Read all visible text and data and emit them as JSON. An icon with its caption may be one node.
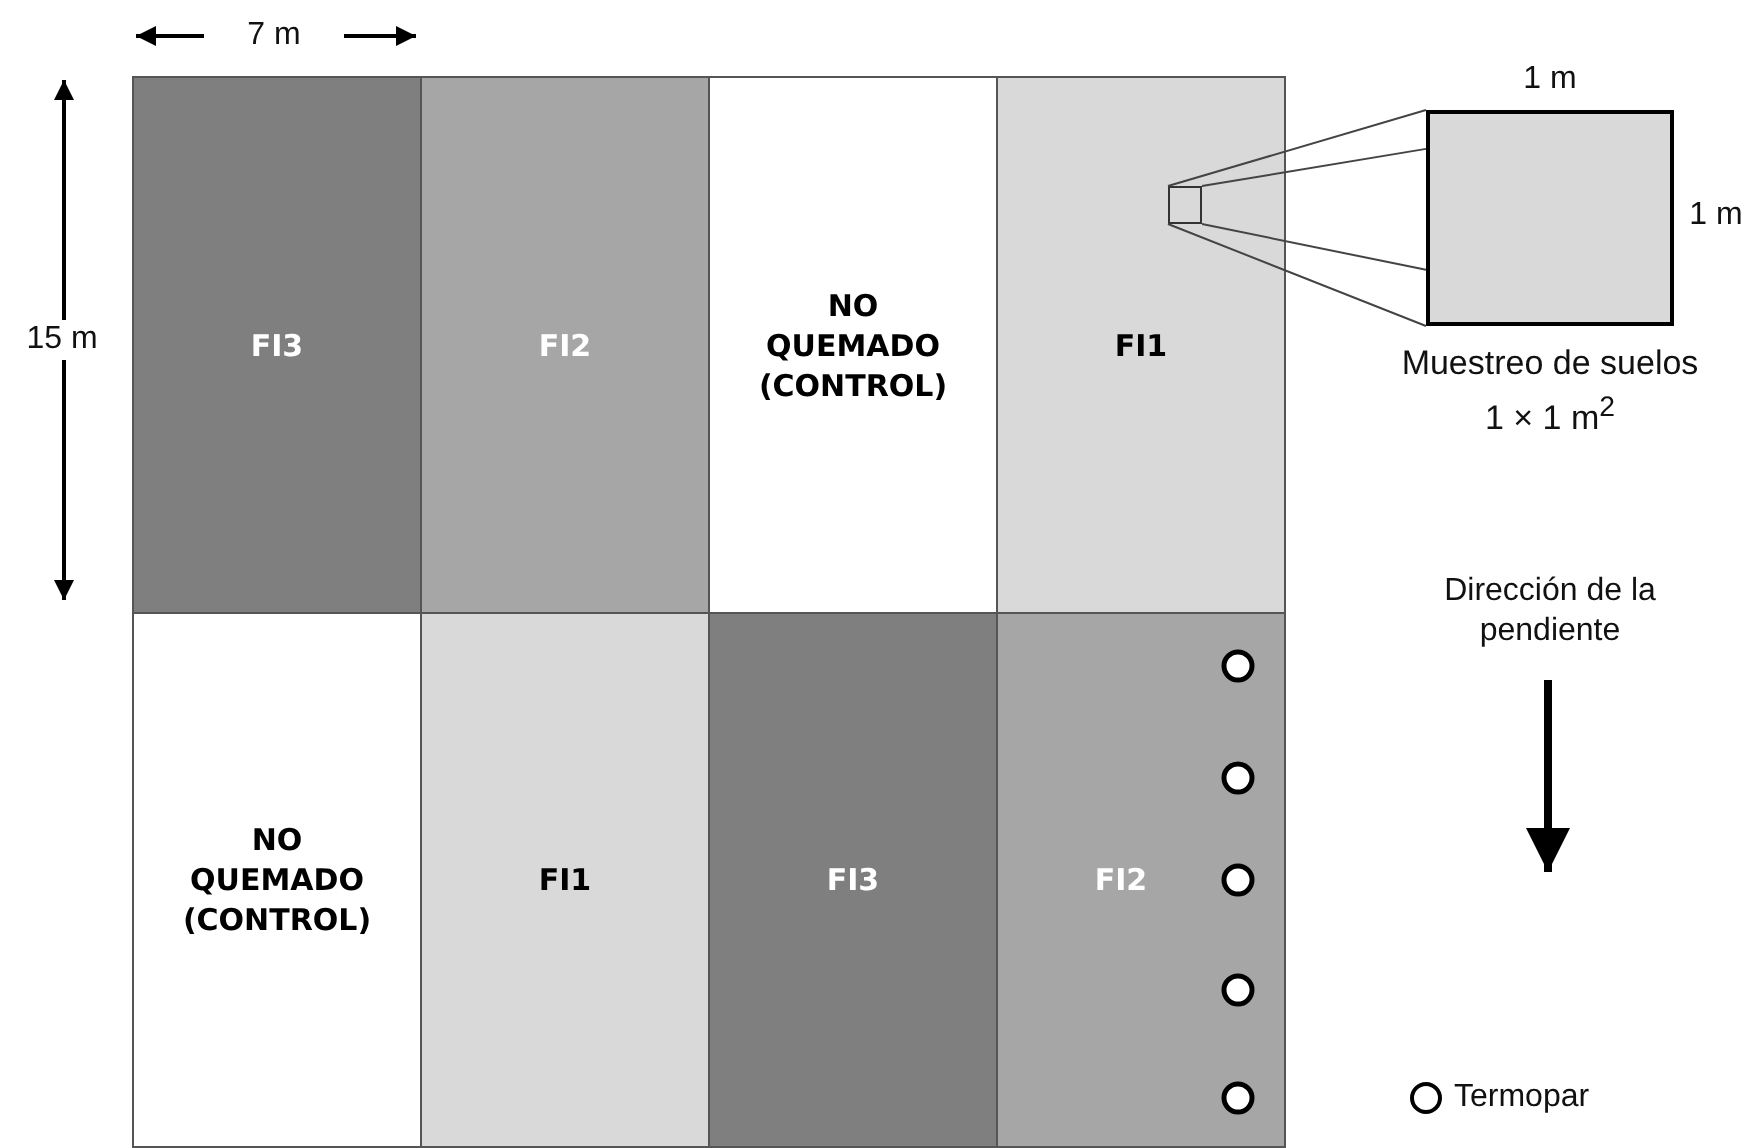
{
  "diagram": {
    "nodes": [
      {
        "text": [
          "FI3"
        ]
      },
      {
        "text": [
          "FI2"
        ]
      },
      {
        "text": [
          "NO QUEMADO (CONTROL)"
        ]
      },
      {
        "text": [
          "FI1"
        ]
      },
      {
        "text": [
          "NO QUEMADO (CONTROL)"
        ]
      },
      {
        "text": [
          "FI1"
        ]
      },
      {
        "text": [
          "FI3"
        ]
      },
      {
        "text": [
          "FI2"
        ]
      },
      {
        "text": [],
        "shape": "box",
        "in": 3
      },
      {
        "text": [],
        "shape": "box",
        "beside": [
          "Muestreo de suelos 1 × 1 m$^{2}$"
        ]
      }
    ],
    "edges": [
      {
        "from": 8,
        "to": 9,
        "arrow": "none"
      }
    ],
    "labels": [
      "7 m",
      "15 m",
      "1 m",
      "1 m",
      "Dirección de la pendiente"
    ],
    "legend": [
      {
        "text": "Termopar"
      }
    ]
  }
}
